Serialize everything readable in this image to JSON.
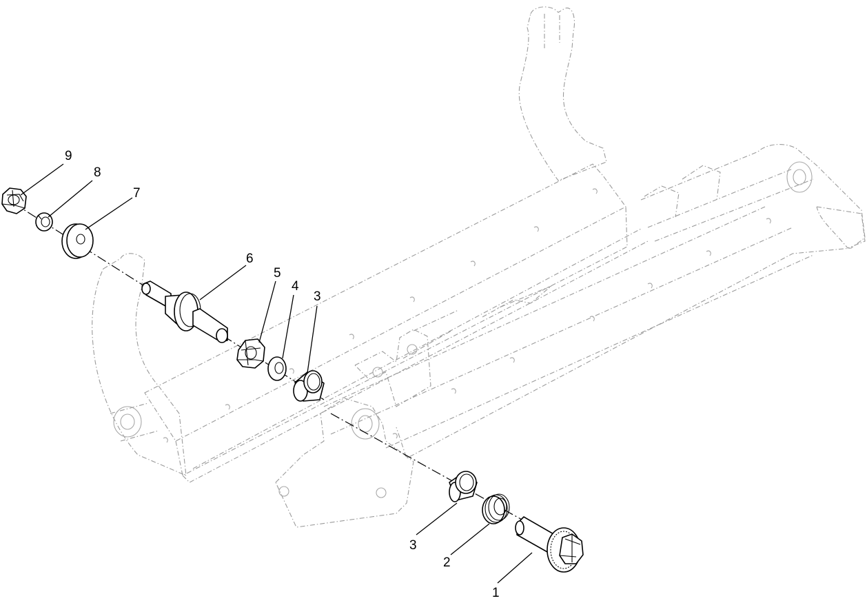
{
  "callouts": {
    "c1": "1",
    "c2": "2",
    "c3a": "3",
    "c3b": "3",
    "c4": "4",
    "c5": "5",
    "c6": "6",
    "c7": "7",
    "c8": "8",
    "c9": "9"
  },
  "colors": {
    "ghost_lines": "#9a9a9a",
    "parts": "#000000",
    "background": "#ffffff"
  }
}
